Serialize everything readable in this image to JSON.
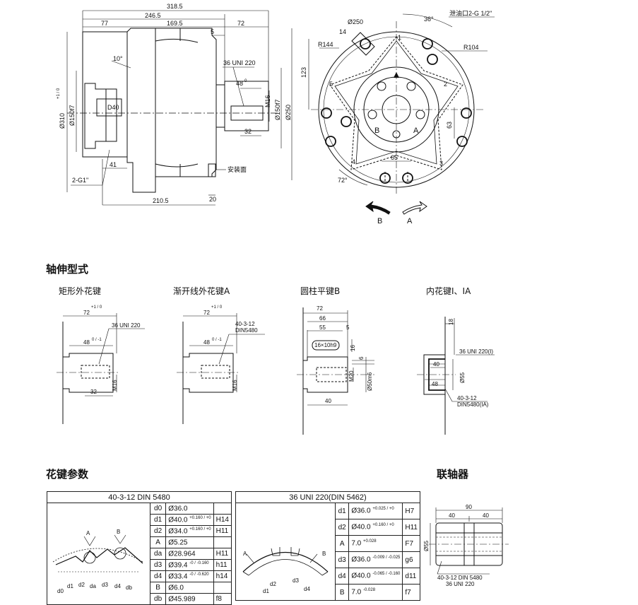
{
  "sections": {
    "shaft_types": "轴伸型式",
    "spline_params": "花键参数",
    "coupling": "联轴器"
  },
  "shaft_types": [
    "矩形外花键",
    "渐开线外花键A",
    "圆柱平键B",
    "内花键I、IA"
  ],
  "main_dims": {
    "d318": "318.5",
    "d246": "246.5",
    "d77": "77",
    "d169": "169.5",
    "d72": "72",
    "d5": "5",
    "ang10": "10°",
    "uni": "36 UNI 220",
    "d48": "48",
    "d48tol": "0",
    "d32": "32",
    "m16": "M16",
    "d310": "Ø310",
    "d310tol": "+1 / 0",
    "d150": "Ø150f7",
    "d150b": "Ø150f7",
    "d250": "Ø250",
    "d40": "D40",
    "d41": "41",
    "g1": "2-G1\"",
    "install": "安装面",
    "d20": "20",
    "d210": "210.5"
  },
  "front_dims": {
    "o250": "Ø250",
    "d14": "14",
    "r144": "R144",
    "d123": "123",
    "ang36": "36°",
    "drain": "泄油口2-G 1/2\"",
    "r104": "R104",
    "d63": "63",
    "d65": "65",
    "ang72": "72°",
    "pB": "B",
    "pA": "A",
    "rotB": "B",
    "rotA": "A",
    "n1": "1",
    "n2": "2",
    "n3": "3",
    "n4": "4",
    "n5": "5"
  },
  "shaft1": {
    "len": "72",
    "lentol": "+1 / 0",
    "uni": "36 UNI 220",
    "d48": "48",
    "d48tol": "0 / -1",
    "d32": "32",
    "m16": "M16"
  },
  "shaft2": {
    "len": "72",
    "lentol": "+1 / 0",
    "din1": "40-3-12",
    "din2": "DIN5480",
    "d48": "48",
    "d48tol": "0 / -1",
    "m16": "M16"
  },
  "shaft3": {
    "d72": "72",
    "d66": "66",
    "d55": "55",
    "d5": "5",
    "key": "16×10h9",
    "d16": "16",
    "d6": "6",
    "m20": "M20",
    "d50": "Ø50m6",
    "d40": "40"
  },
  "shaft4": {
    "d18": "18",
    "uni": "36 UNI 220(I)",
    "d40": "40",
    "d48": "48",
    "d55": "Ø55",
    "din1": "40-3-12",
    "din2": "DIN5480(IA)"
  },
  "t1": {
    "title": "40-3-12 DIN 5480",
    "fig": {
      "a": "A",
      "b": "B",
      "d0": "d0",
      "d1": "d1",
      "d2": "d2",
      "da": "da",
      "d3": "d3",
      "d4": "d4",
      "db": "db"
    },
    "rows": [
      {
        "sym": "d0",
        "val": "Ø36.0",
        "tol": "",
        "fit": ""
      },
      {
        "sym": "d1",
        "val": "Ø40.0",
        "tol": "+0.160 / +0",
        "fit": "H14"
      },
      {
        "sym": "d2",
        "val": "Ø34.0",
        "tol": "+0.160 / +0",
        "fit": "H11"
      },
      {
        "sym": "A",
        "val": "Ø5.25",
        "tol": "",
        "fit": ""
      },
      {
        "sym": "da",
        "val": "Ø28.964",
        "tol": "",
        "fit": "H11"
      },
      {
        "sym": "d3",
        "val": "Ø39.4",
        "tol": "-0 / -0.160",
        "fit": "h11"
      },
      {
        "sym": "d4",
        "val": "Ø33.4",
        "tol": "-0 / -0.620",
        "fit": "h14"
      },
      {
        "sym": "B",
        "val": "Ø6.0",
        "tol": "",
        "fit": ""
      },
      {
        "sym": "db",
        "val": "Ø45.989",
        "tol": "",
        "fit": "f8"
      }
    ]
  },
  "t2": {
    "title": "36 UNI 220(DIN 5462)",
    "fig": {
      "a": "A",
      "b": "B",
      "d1": "d1",
      "d2": "d2",
      "d3": "d3",
      "d4": "d4"
    },
    "rows": [
      {
        "sym": "d1",
        "val": "Ø36.0",
        "tol": "+0.025 / +0",
        "fit": "H7"
      },
      {
        "sym": "d2",
        "val": "Ø40.0",
        "tol": "+0.160 / +0",
        "fit": "H11"
      },
      {
        "sym": "A",
        "val": "7.0",
        "tol": "+0.028",
        "fit": "F7"
      },
      {
        "sym": "d3",
        "val": "Ø36.0",
        "tol": "-0.009 / -0.025",
        "fit": "g6"
      },
      {
        "sym": "d4",
        "val": "Ø40.0",
        "tol": "-0.065 / -0.160",
        "fit": "d11"
      },
      {
        "sym": "B",
        "val": "7.0",
        "tol": "-0.028",
        "fit": "f7"
      }
    ]
  },
  "coupling": {
    "d90": "90",
    "d40a": "40",
    "d40b": "40",
    "d55": "Ø55",
    "din": "40-3-12 DIN 5480",
    "uni": "36 UNI 220"
  }
}
